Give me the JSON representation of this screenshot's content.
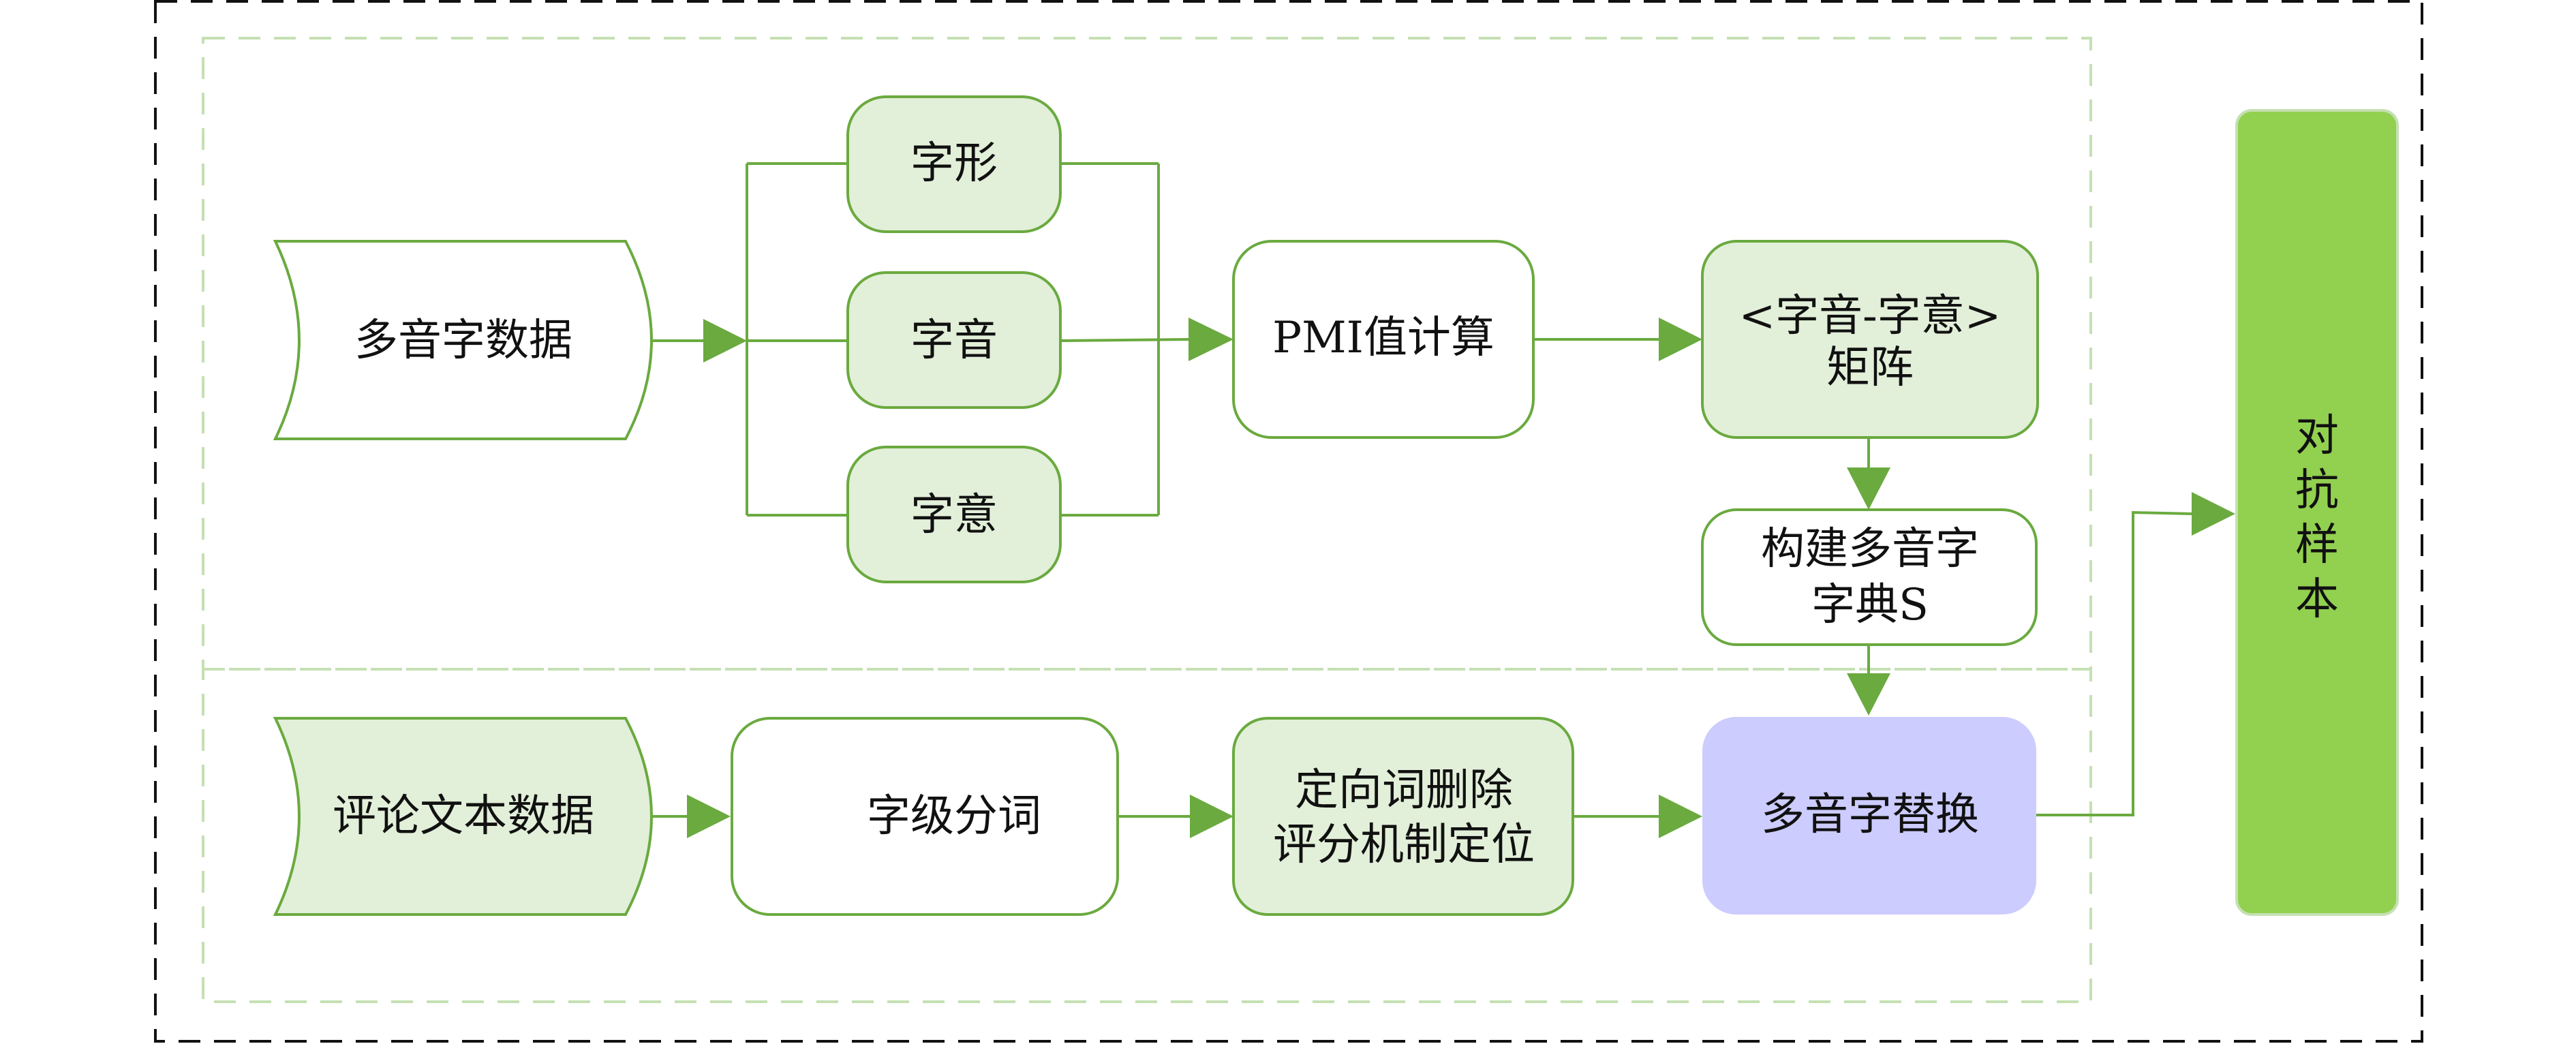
{
  "nodes": {
    "polyphone_data": "多音字数据",
    "glyph": "字形",
    "pronunciation": "字音",
    "meaning": "字意",
    "pmi": "PMI值计算",
    "matrix_line1": "<字音-字意>",
    "matrix_line2": "矩阵",
    "dict_line1": "构建多音字",
    "dict_line2": "字典S",
    "review_data": "评论文本数据",
    "segmentation": "字级分词",
    "locate_line1": "定向词删除",
    "locate_line2": "评分机制定位",
    "replace": "多音字替换",
    "adversarial": [
      "对",
      "抗",
      "样",
      "本"
    ]
  },
  "colors": {
    "stroke": "#6aaa3f",
    "light_fill": "#e2efd9",
    "white_fill": "#ffffff",
    "purple_fill": "#ccccff",
    "bright_green": "#92d050",
    "outer_dash": "#111111",
    "inner_dash": "#c5e0b3"
  }
}
